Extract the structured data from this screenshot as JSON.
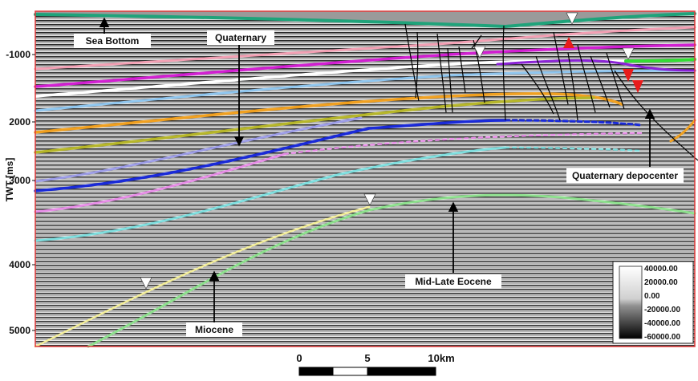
{
  "figure": {
    "y_axis_label": "TWT [ms]",
    "y_ticks": [
      "-1000",
      "2000",
      "3000",
      "4000",
      "5000"
    ],
    "labels": {
      "sea_bottom": "Sea Bottom",
      "quaternary": "Quaternary",
      "quaternary_depocenter": "Quaternary depocenter",
      "mid_late_eocene": "Mid-Late Eocene",
      "miocene": "Miocene"
    },
    "colorbar": {
      "ticks": [
        "40000.00",
        "20000.00",
        "0.00",
        "-20000.00",
        "-40000.00",
        "-60000.00"
      ]
    },
    "scale_bar": {
      "ticks": [
        "0",
        "5",
        "10km"
      ]
    },
    "horizon_colors": {
      "sea_bottom": "#1fa37a",
      "pink_top": "#f3a0b4",
      "magenta": "#d21fd2",
      "white": "#ffffff",
      "light_blue": "#8ec5ee",
      "orange": "#f0a020",
      "olive": "#b6b62a",
      "lavender": "#9c9ce6",
      "blue": "#1a2ad8",
      "pink": "#e68ee6",
      "cyan": "#7fdede",
      "yellow": "#f4ef9a",
      "green": "#8ee08e",
      "purple": "#8a22d6",
      "bright_green": "#33dd33"
    },
    "frame_color": "#e03a3a"
  }
}
